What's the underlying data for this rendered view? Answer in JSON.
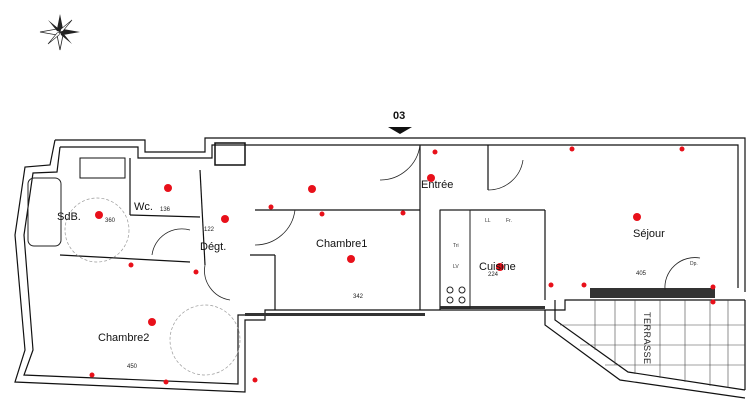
{
  "plan": {
    "level_marker": "03",
    "rooms": {
      "entree": "Entrée",
      "chambre1": "Chambre1",
      "sdb": "SdB.",
      "wc": "Wc.",
      "degt": "Dégt.",
      "chambre2": "Chambre2",
      "cuisine": "Cuisine",
      "sejour": "Séjour",
      "terrasse": "TERRASSE"
    },
    "dimensions": {
      "wc": "136",
      "degt": "122",
      "sdb": "360",
      "chambre1": "342",
      "cuisine": "224",
      "sejour": "405",
      "chambre2": "450"
    },
    "fixtures": {
      "ll": "LL",
      "fr": "Fr.",
      "tri": "Tri",
      "lv": "LV",
      "dp": "Dp."
    },
    "colors": {
      "wall": "#111111",
      "electrical_marker": "#e8101a",
      "dashed": "#888888"
    }
  }
}
